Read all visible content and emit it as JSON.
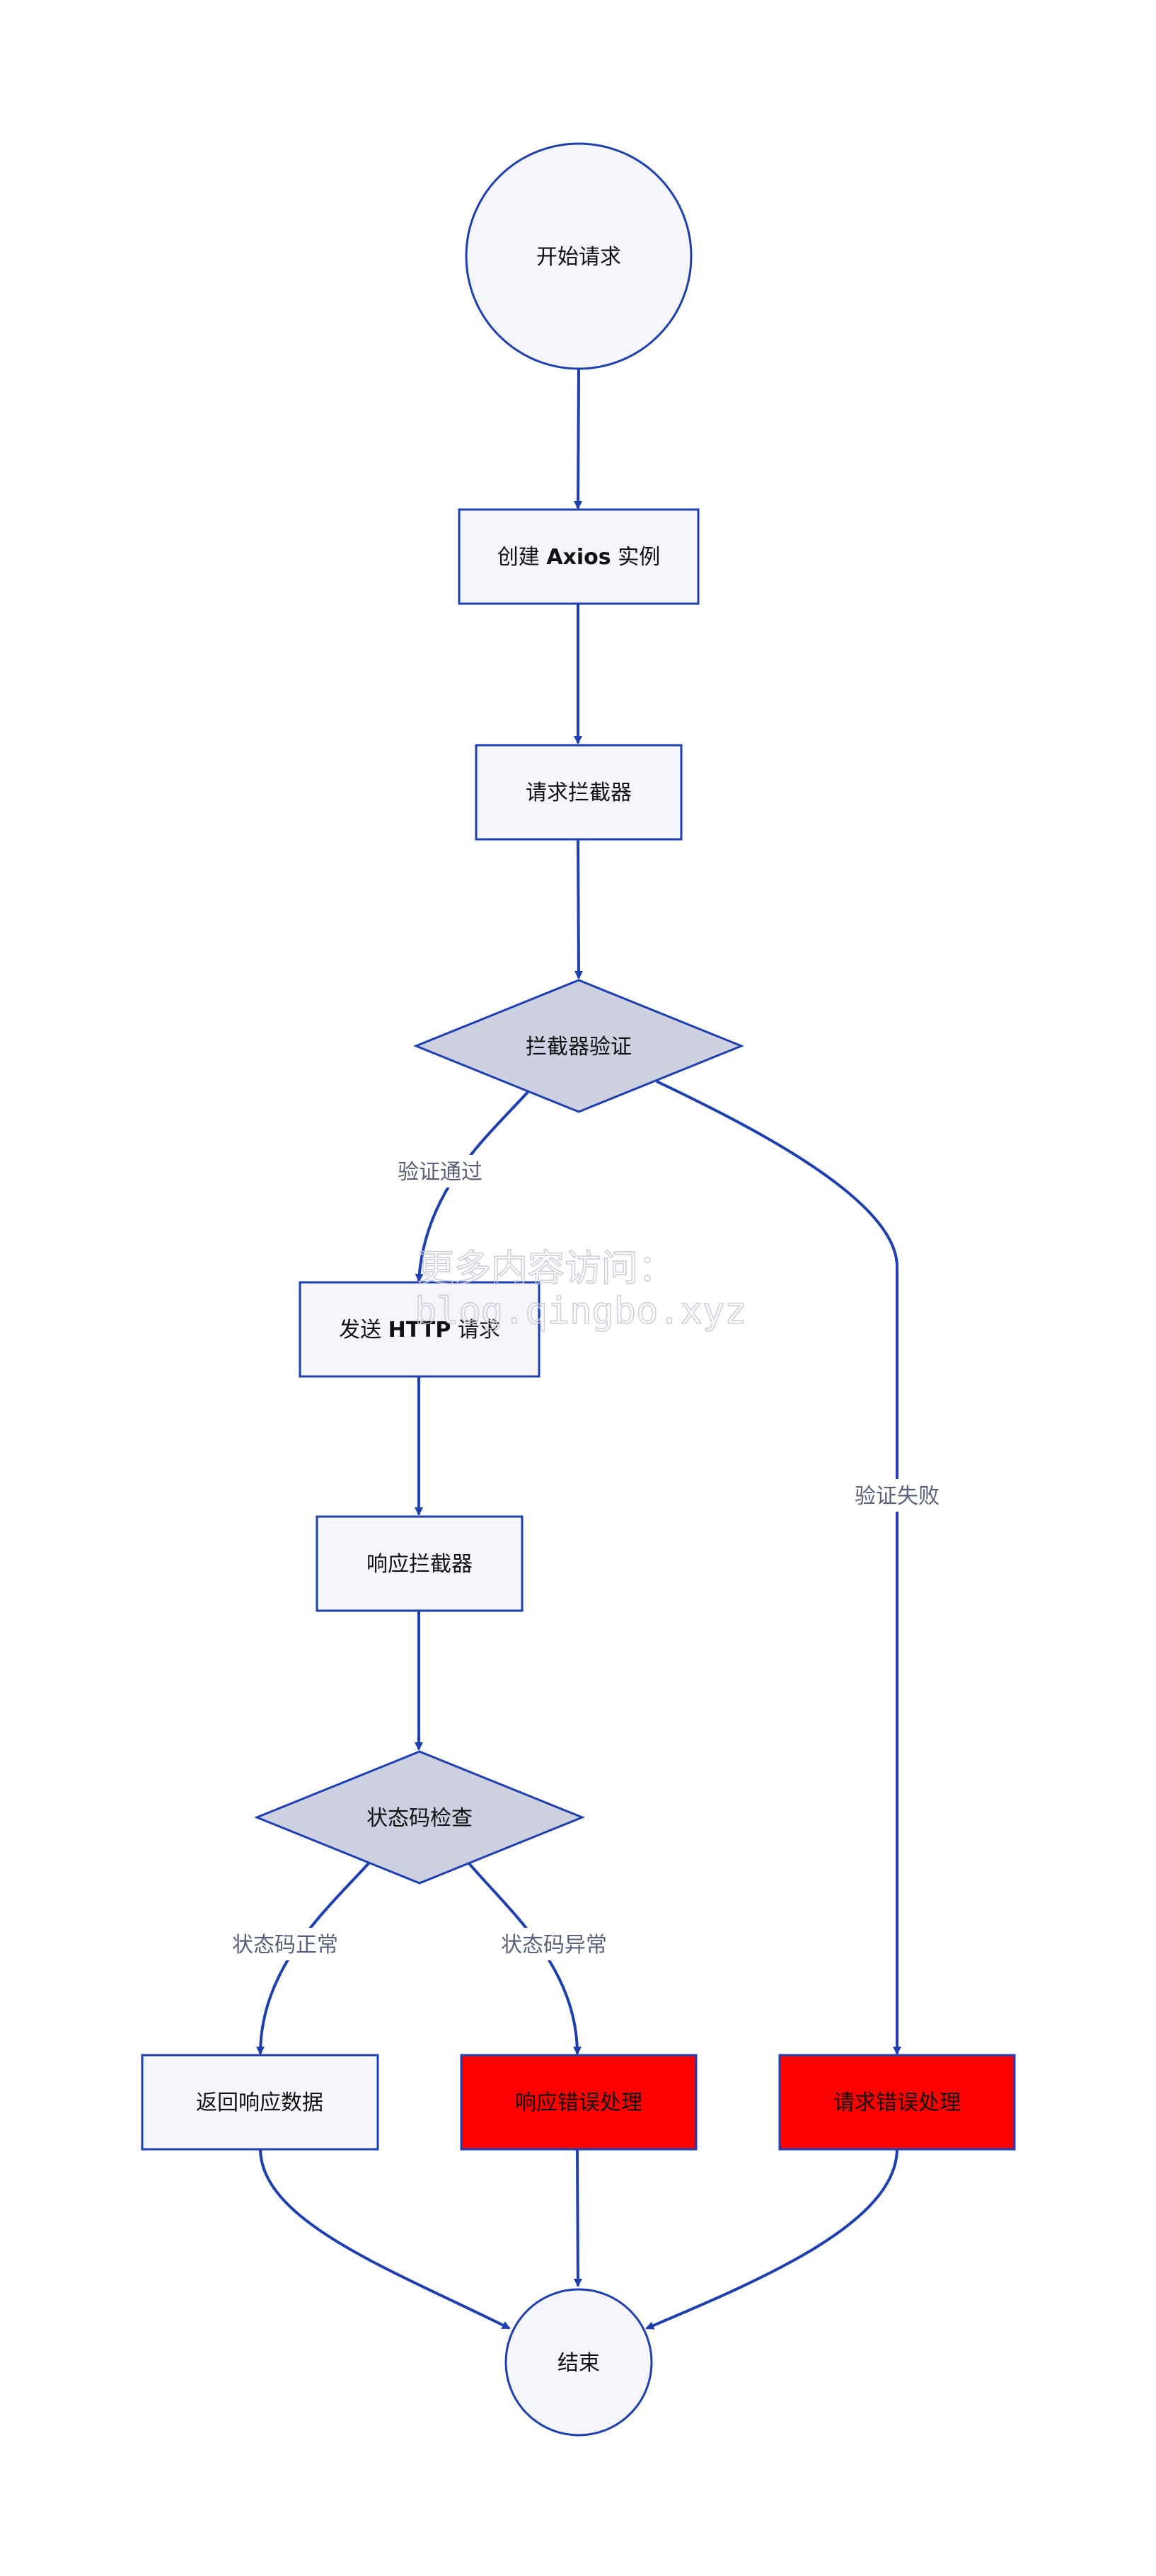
{
  "colors": {
    "stroke": "#1e3fb0",
    "node_fill": "#f5f6fb",
    "decision_fill": "#cdd0e0",
    "error_fill": "#ff0000",
    "edge_label": "#5a5f7a"
  },
  "nodes": {
    "start": {
      "label": "开始请求"
    },
    "create_instance": {
      "label_pre": "创建 ",
      "label_bold": "Axios",
      "label_post": " 实例"
    },
    "request_interceptor": {
      "label": "请求拦截器"
    },
    "interceptor_check": {
      "label": "拦截器验证"
    },
    "send_request": {
      "label_pre": "发送 ",
      "label_bold": "HTTP",
      "label_post": " 请求"
    },
    "response_interceptor": {
      "label": "响应拦截器"
    },
    "status_check": {
      "label": "状态码检查"
    },
    "return_data": {
      "label": "返回响应数据"
    },
    "response_error": {
      "label": "响应错误处理"
    },
    "request_error": {
      "label": "请求错误处理"
    },
    "end": {
      "label": "结束"
    }
  },
  "edges": {
    "verify_pass": "验证通过",
    "verify_fail": "验证失败",
    "status_ok": "状态码正常",
    "status_error": "状态码异常"
  },
  "watermark": {
    "line1": "更多内容访问：",
    "line2": "blog.qingbo.xyz"
  }
}
